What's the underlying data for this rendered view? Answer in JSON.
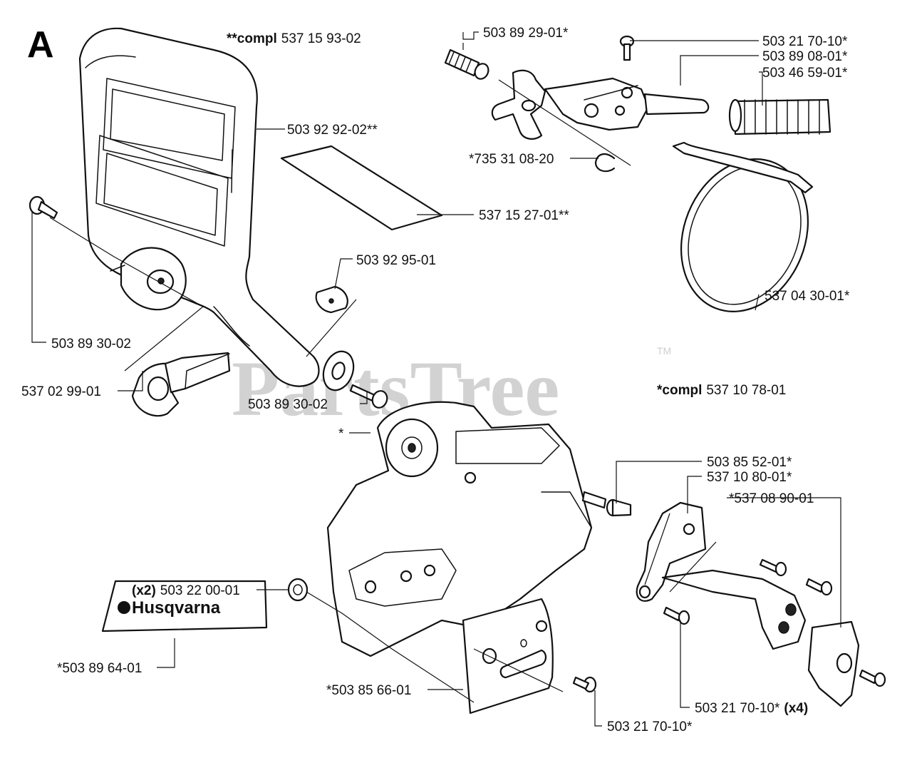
{
  "section_letter": "A",
  "watermark": {
    "text": "PartsTree",
    "trademark": "TM"
  },
  "labels": {
    "guard_compl": {
      "prefix": "**compl",
      "number": "537 15 93-02"
    },
    "guard": "503 92 92-02**",
    "decal_strip": "537 15 27-01**",
    "spring_washer": "503 92 95-01",
    "pivot_bolt": "503 89 30-02",
    "clutch_bolt": "503 89 30-02",
    "cam": "537 02 99-01",
    "adjuster": "503 89 29-01*",
    "screw_top": "503 21 70-10*",
    "link": "503 89 08-01*",
    "spring": "503 46 59-01*",
    "circlip": "*735 31 08-20",
    "brake_band": "537 04 30-01*",
    "cover_compl": {
      "prefix": "*compl",
      "number": "537 10 78-01"
    },
    "cover_star": "*",
    "pin": "503 85 52-01*",
    "bracket": "537 10 80-01*",
    "catcher": "*537 08 90-01",
    "nut": {
      "qty": "(x2)",
      "number": "503 22 00-01"
    },
    "plate": "*503 85 66-01",
    "screw_bottom": "503 21 70-10*",
    "screw_x4": {
      "number": "503 21 70-10*",
      "qty": "(x4)"
    },
    "logo_decal": "*503 89 64-01"
  },
  "logo_text": "Husqvarna"
}
